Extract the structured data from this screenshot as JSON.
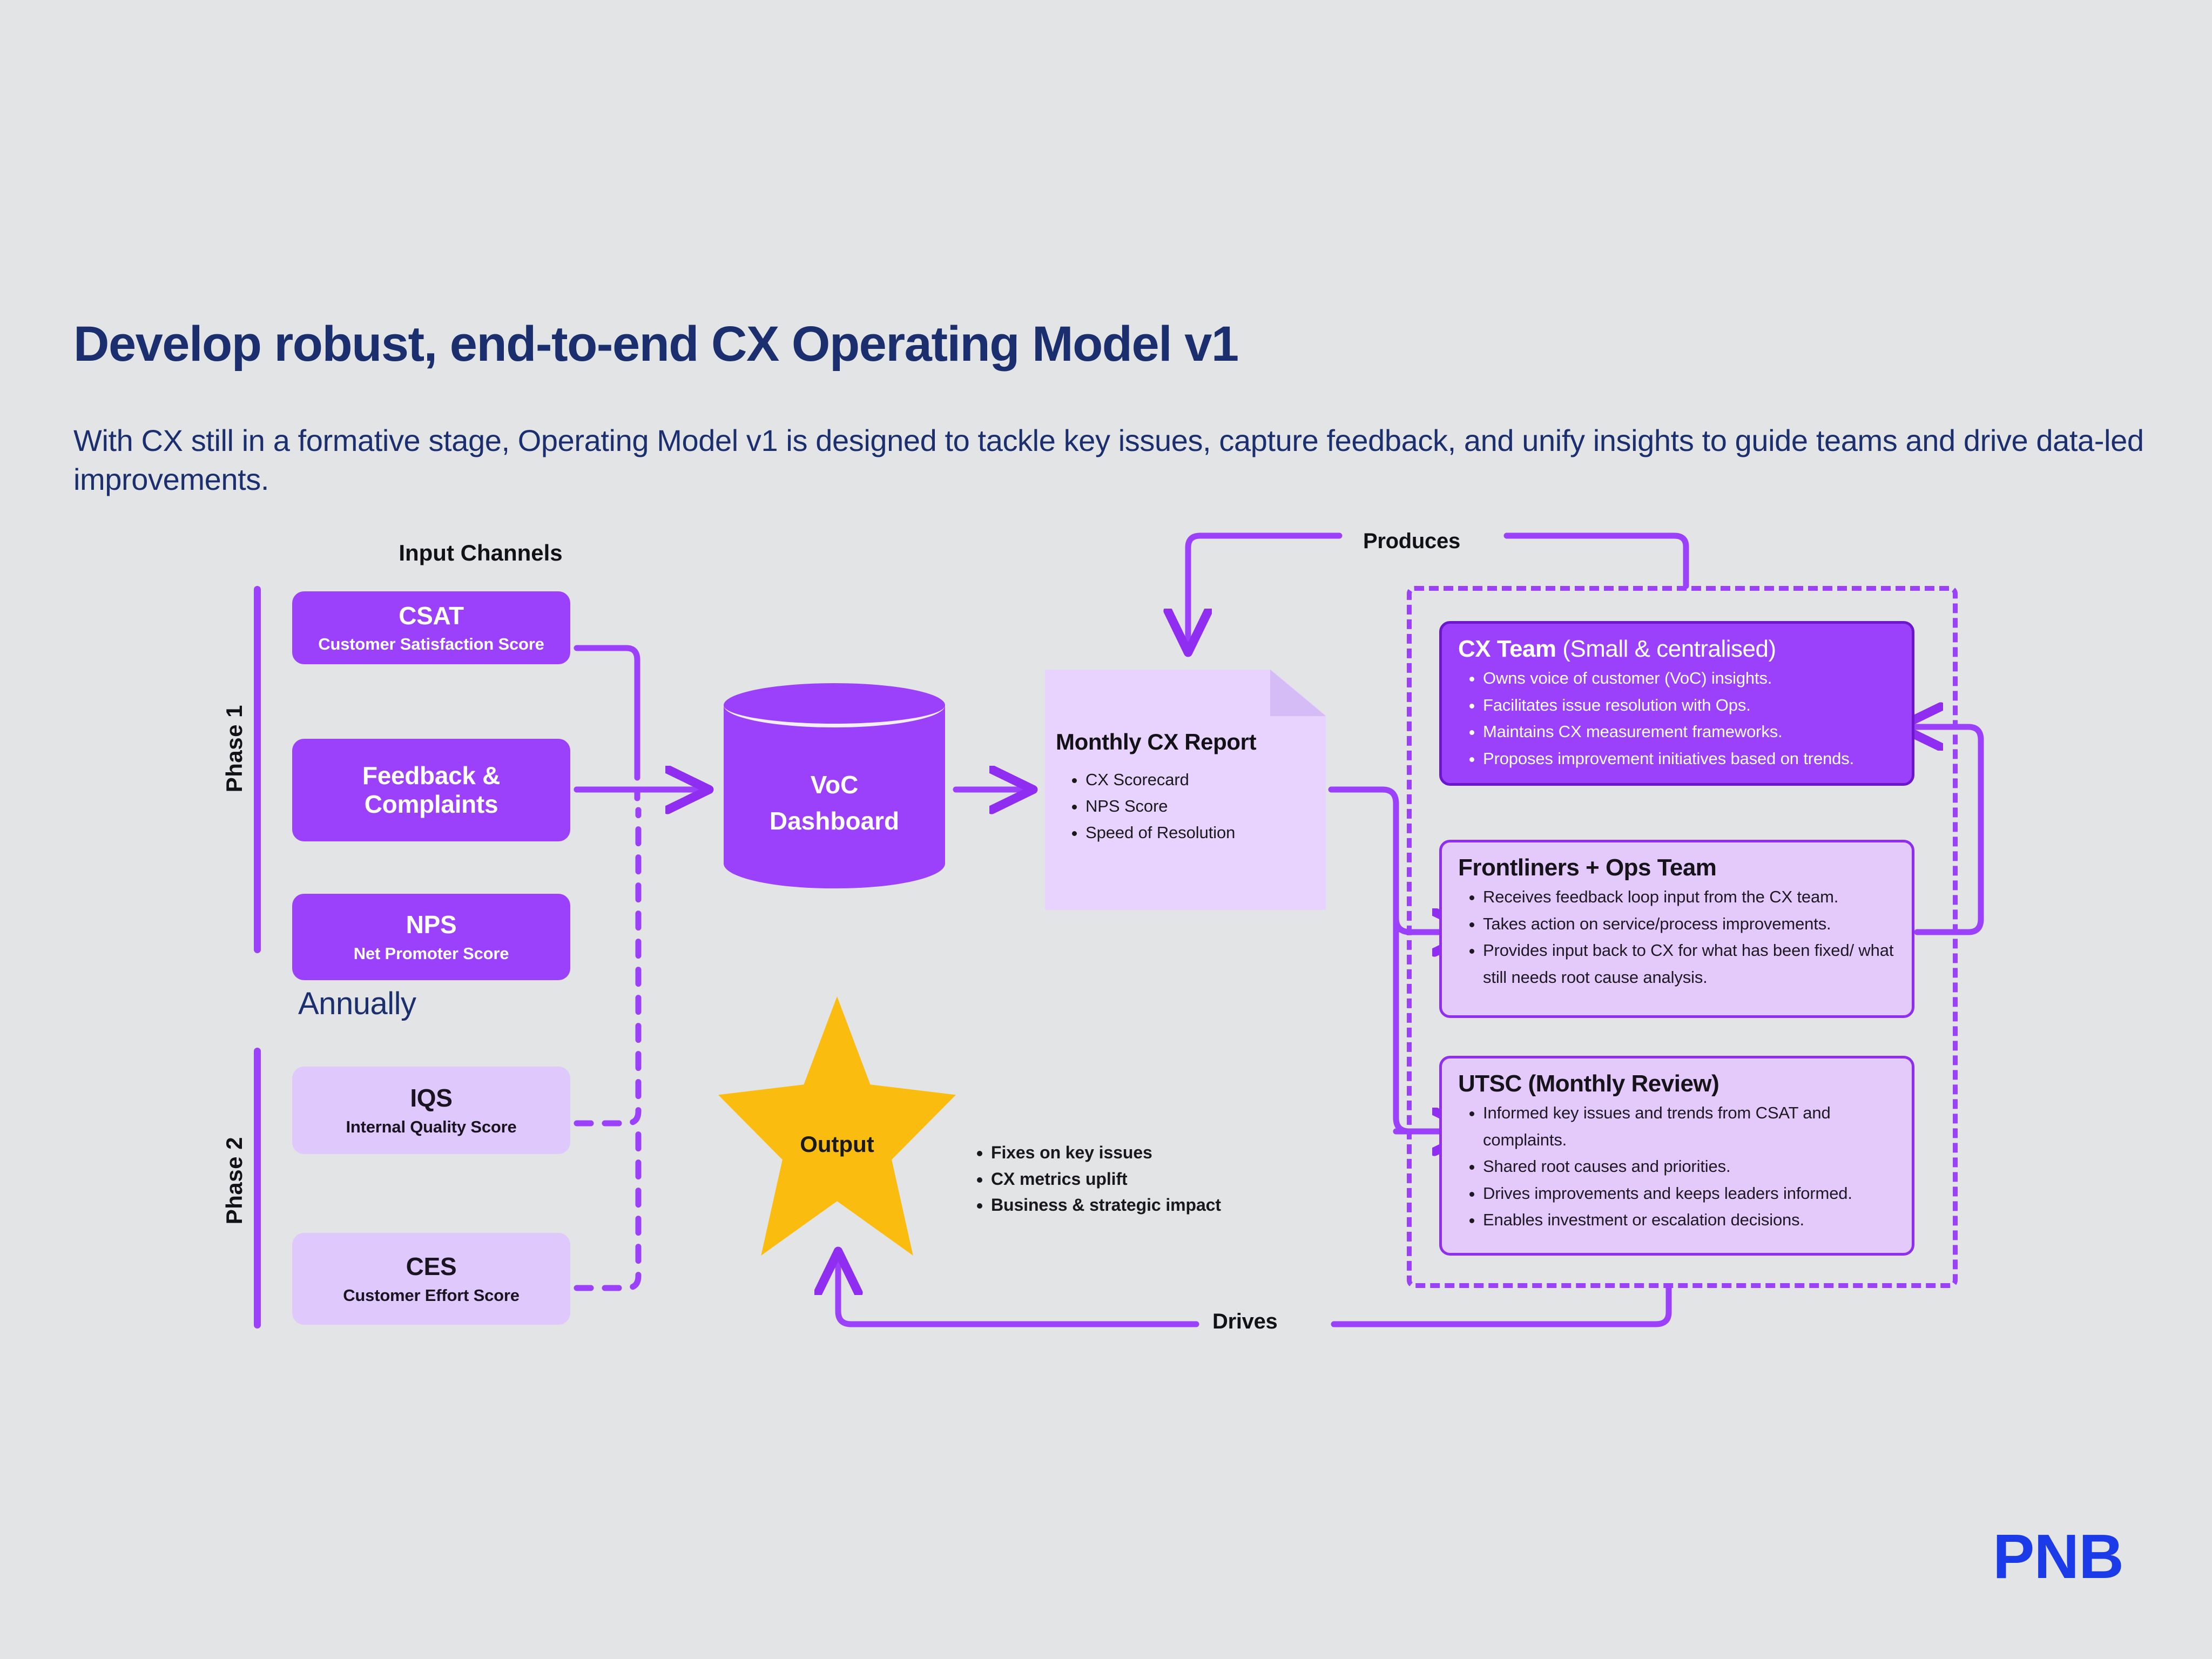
{
  "header": {
    "title": "Develop robust, end-to-end CX Operating Model v1",
    "subtitle": "With CX still in a formative stage, Operating Model v1 is designed to tackle key issues, capture feedback, and unify insights to guide teams and drive data-led improvements."
  },
  "brand": {
    "logo_text": "PNB",
    "logo_color": "#1b3ae8"
  },
  "colors": {
    "background": "#e3e4e6",
    "primary_purple": "#9b41fb",
    "light_purple": "#dfc8fc",
    "panel_purple": "#e3cafb",
    "report_purple": "#e7d3fd",
    "deep_purple_border": "#6c17cc",
    "navy": "#1b2f6e",
    "star_yellow": "#fbbc10",
    "text_dark": "#111116"
  },
  "inputs": {
    "heading": "Input Channels",
    "annually_label": "Annually",
    "phases": [
      {
        "label": "Phase 1"
      },
      {
        "label": "Phase 2"
      }
    ],
    "channels": [
      {
        "code": "CSAT",
        "name": "Customer Satisfaction Score",
        "phase": "Phase 1",
        "style": "dark"
      },
      {
        "code": "Feedback &",
        "name": "Complaints",
        "phase": "Phase 1",
        "style": "dark"
      },
      {
        "code": "NPS",
        "name": "Net Promoter Score",
        "phase": "Phase 1",
        "style": "dark"
      },
      {
        "code": "IQS",
        "name": "Internal Quality Score",
        "phase": "Phase 2",
        "style": "light"
      },
      {
        "code": "CES",
        "name": "Customer Effort Score",
        "phase": "Phase 2",
        "style": "light"
      }
    ]
  },
  "dashboard": {
    "line1": "VoC",
    "line2": "Dashboard"
  },
  "report": {
    "title": "Monthly CX Report",
    "items": [
      "CX Scorecard",
      "NPS Score",
      "Speed of Resolution"
    ]
  },
  "output": {
    "star_label": "Output",
    "items": [
      "Fixes on key issues",
      "CX metrics uplift",
      "Business & strategic impact"
    ]
  },
  "teams": [
    {
      "title_main": "CX Team ",
      "title_thin": "(Small & centralised)",
      "items": [
        "Owns voice of customer (VoC) insights.",
        "Facilitates issue resolution with Ops.",
        "Maintains CX measurement frameworks.",
        "Proposes improvement initiatives based on trends."
      ]
    },
    {
      "title_main": "Frontliners + Ops Team",
      "title_thin": "",
      "items": [
        "Receives feedback loop input from the CX team.",
        "Takes action on service/process improvements.",
        "Provides input back to CX for what has been fixed/ what still needs root cause analysis."
      ]
    },
    {
      "title_main": "UTSC (Monthly Review)",
      "title_thin": "",
      "items": [
        "Informed key issues and trends from CSAT and complaints.",
        "Shared root causes and priorities.",
        "Drives improvements and keeps leaders informed.",
        "Enables investment or escalation decisions."
      ]
    }
  ],
  "edges": {
    "produces": "Produces",
    "drives": "Drives"
  }
}
